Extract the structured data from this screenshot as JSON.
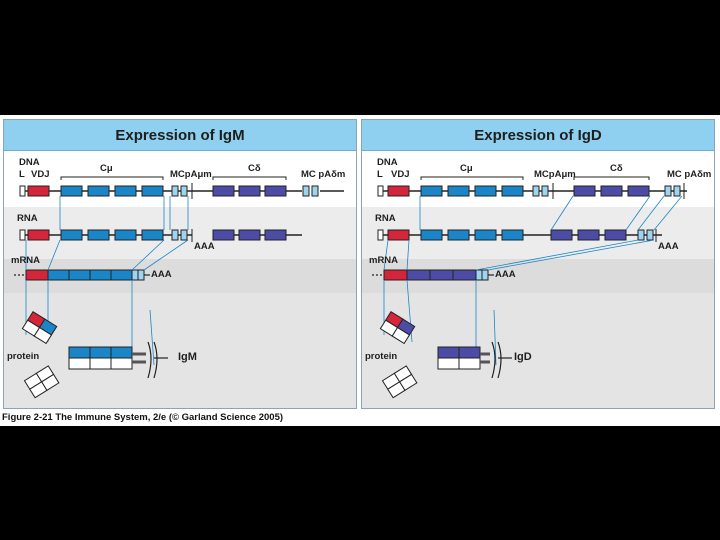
{
  "caption": "Figure 2-21 The Immune System, 2/e (© Garland Science 2005)",
  "colors": {
    "leader_vdj": "#d5253a",
    "c_mu": "#1a86c8",
    "c_delta": "#4c4ca6",
    "membrane_exon": "#9fd4f0",
    "header_bg": "#8fd0f0",
    "band_gray": "#e7e7e7"
  },
  "panels": [
    {
      "id": "igm",
      "title": "Expression of IgM",
      "labels": {
        "dna": "DNA",
        "l": "L",
        "vdj": "VDJ",
        "c_mu": "Cμ",
        "mc_pa_mu": "MCpAμm",
        "c_delta": "Cδ",
        "mc_pa_delta": "MC pAδm",
        "rna": "RNA",
        "rna_aaa": "AAA",
        "mrna": "mRNA",
        "mrna_aaa": "AAA",
        "protein": "protein",
        "isotype": "IgM"
      }
    },
    {
      "id": "igd",
      "title": "Expression of IgD",
      "labels": {
        "dna": "DNA",
        "l": "L",
        "vdj": "VDJ",
        "c_mu": "Cμ",
        "mc_pa_mu": "MCpAμm",
        "c_delta": "Cδ",
        "mc_pa_delta": "MC pAδm",
        "rna": "RNA",
        "rna_aaa": "AAA",
        "mrna": "mRNA",
        "mrna_aaa": "AAA",
        "protein": "protein",
        "isotype": "IgD"
      }
    }
  ]
}
